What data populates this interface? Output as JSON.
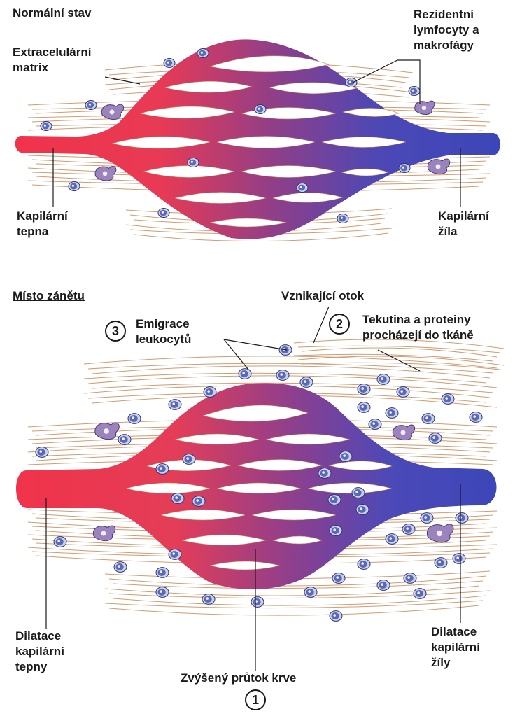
{
  "panels": {
    "normal": {
      "title": "Normální stav",
      "extracellular_matrix": [
        "Extracelulární",
        "matrix"
      ],
      "resident_cells": [
        "Rezidentní",
        "lymfocyty a",
        "makrofágy"
      ],
      "capillary_artery": [
        "Kapilární",
        "tepna"
      ],
      "capillary_vein": [
        "Kapilární",
        "žíla"
      ]
    },
    "inflamed": {
      "title": "Místo zánětu",
      "edema": "Vznikající otok",
      "step2_number": "2",
      "step2_text": [
        "Tekutina a proteiny",
        "procházejí do tkáně"
      ],
      "step3_number": "3",
      "step3_text": [
        "Emigrace",
        "leukocytů"
      ],
      "artery_dilation": [
        "Dilatace",
        "kapilární",
        "tepny"
      ],
      "vein_dilation": [
        "Dilatace",
        "kapilární",
        "žíly"
      ],
      "blood_flow": "Zvýšený průtok krve",
      "step1_number": "1"
    }
  },
  "colors": {
    "artery": "#f0334a",
    "vein": "#3c46b8",
    "fibers": "#c98a5a",
    "cell_body": "#5a69b4",
    "macrophage": "#9b83be",
    "text": "#1a1a1a"
  },
  "icons": [
    "lymphocyte-icon",
    "macrophage-icon"
  ]
}
